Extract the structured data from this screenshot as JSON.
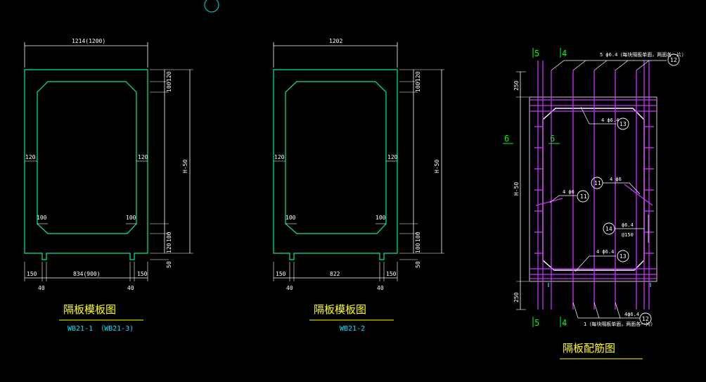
{
  "drawing": {
    "left_panel": {
      "title": "隔板模板图",
      "subtitle": "WB21-1 （WB21-3)",
      "dims": {
        "top": "1214(1200)",
        "right_120_top": "120",
        "right_100_top": "100",
        "right_h": "H-50",
        "right_100_bot": "100",
        "right_120_bot": "120",
        "right_50": "50",
        "left_120": "120",
        "right_inner_120": "120",
        "inner_100_left": "100",
        "inner_100_right": "100",
        "bottom_150_left": "150",
        "bottom_mid": "834(900)",
        "bottom_150_right": "150",
        "bottom_40_left": "40",
        "bottom_40_right": "40"
      }
    },
    "middle_panel": {
      "title": "隔板模板图",
      "subtitle": "WB21-2",
      "dims": {
        "top": "1202",
        "right_120_top": "120",
        "right_100_top": "100",
        "right_h": "H-50",
        "right_100_bot": "100",
        "right_120_bot": "100",
        "right_50": "50",
        "left_120": "120",
        "right_inner_120": "120",
        "inner_100_left": "100",
        "inner_100_right": "100",
        "bottom_150_left": "150",
        "bottom_mid": "822",
        "bottom_150_right": "150",
        "bottom_40_left": "40",
        "bottom_40_right": "40"
      }
    },
    "right_panel": {
      "title": "隔板配筋图",
      "axis_top_5": "5",
      "axis_top_4": "4",
      "axis_bot_5": "5",
      "axis_bot_4": "4",
      "axis_left_6": "6",
      "axis_inner_6": "6",
      "note_top": "5 ф6.4（每块隔板单面，两面各一片）",
      "note_bottom": "1（每块隔板单面，两面各一片）",
      "label_13_top": "4 ф6.4",
      "label_11_left": "4 ф6",
      "label_11_right": "4 ф6",
      "label_14_a": "ф6.4",
      "label_14_b": "@150",
      "label_13_bot": "4 ф6.4",
      "label_12_bot": "4ф6.4",
      "dim_250_top": "250",
      "dim_h": "H-50",
      "dim_250_bot": "250",
      "bubble_12": "12",
      "bubble_13": "13",
      "bubble_11": "11",
      "bubble_14": "14"
    },
    "colors": {
      "outline": "#00e5b0",
      "dimension": "#ffffff",
      "rebar": "#cc33ff",
      "axis": "#00ff00",
      "title": "#ffff00",
      "subtitle": "#00e5ff",
      "marker": "#00bfbf"
    }
  }
}
